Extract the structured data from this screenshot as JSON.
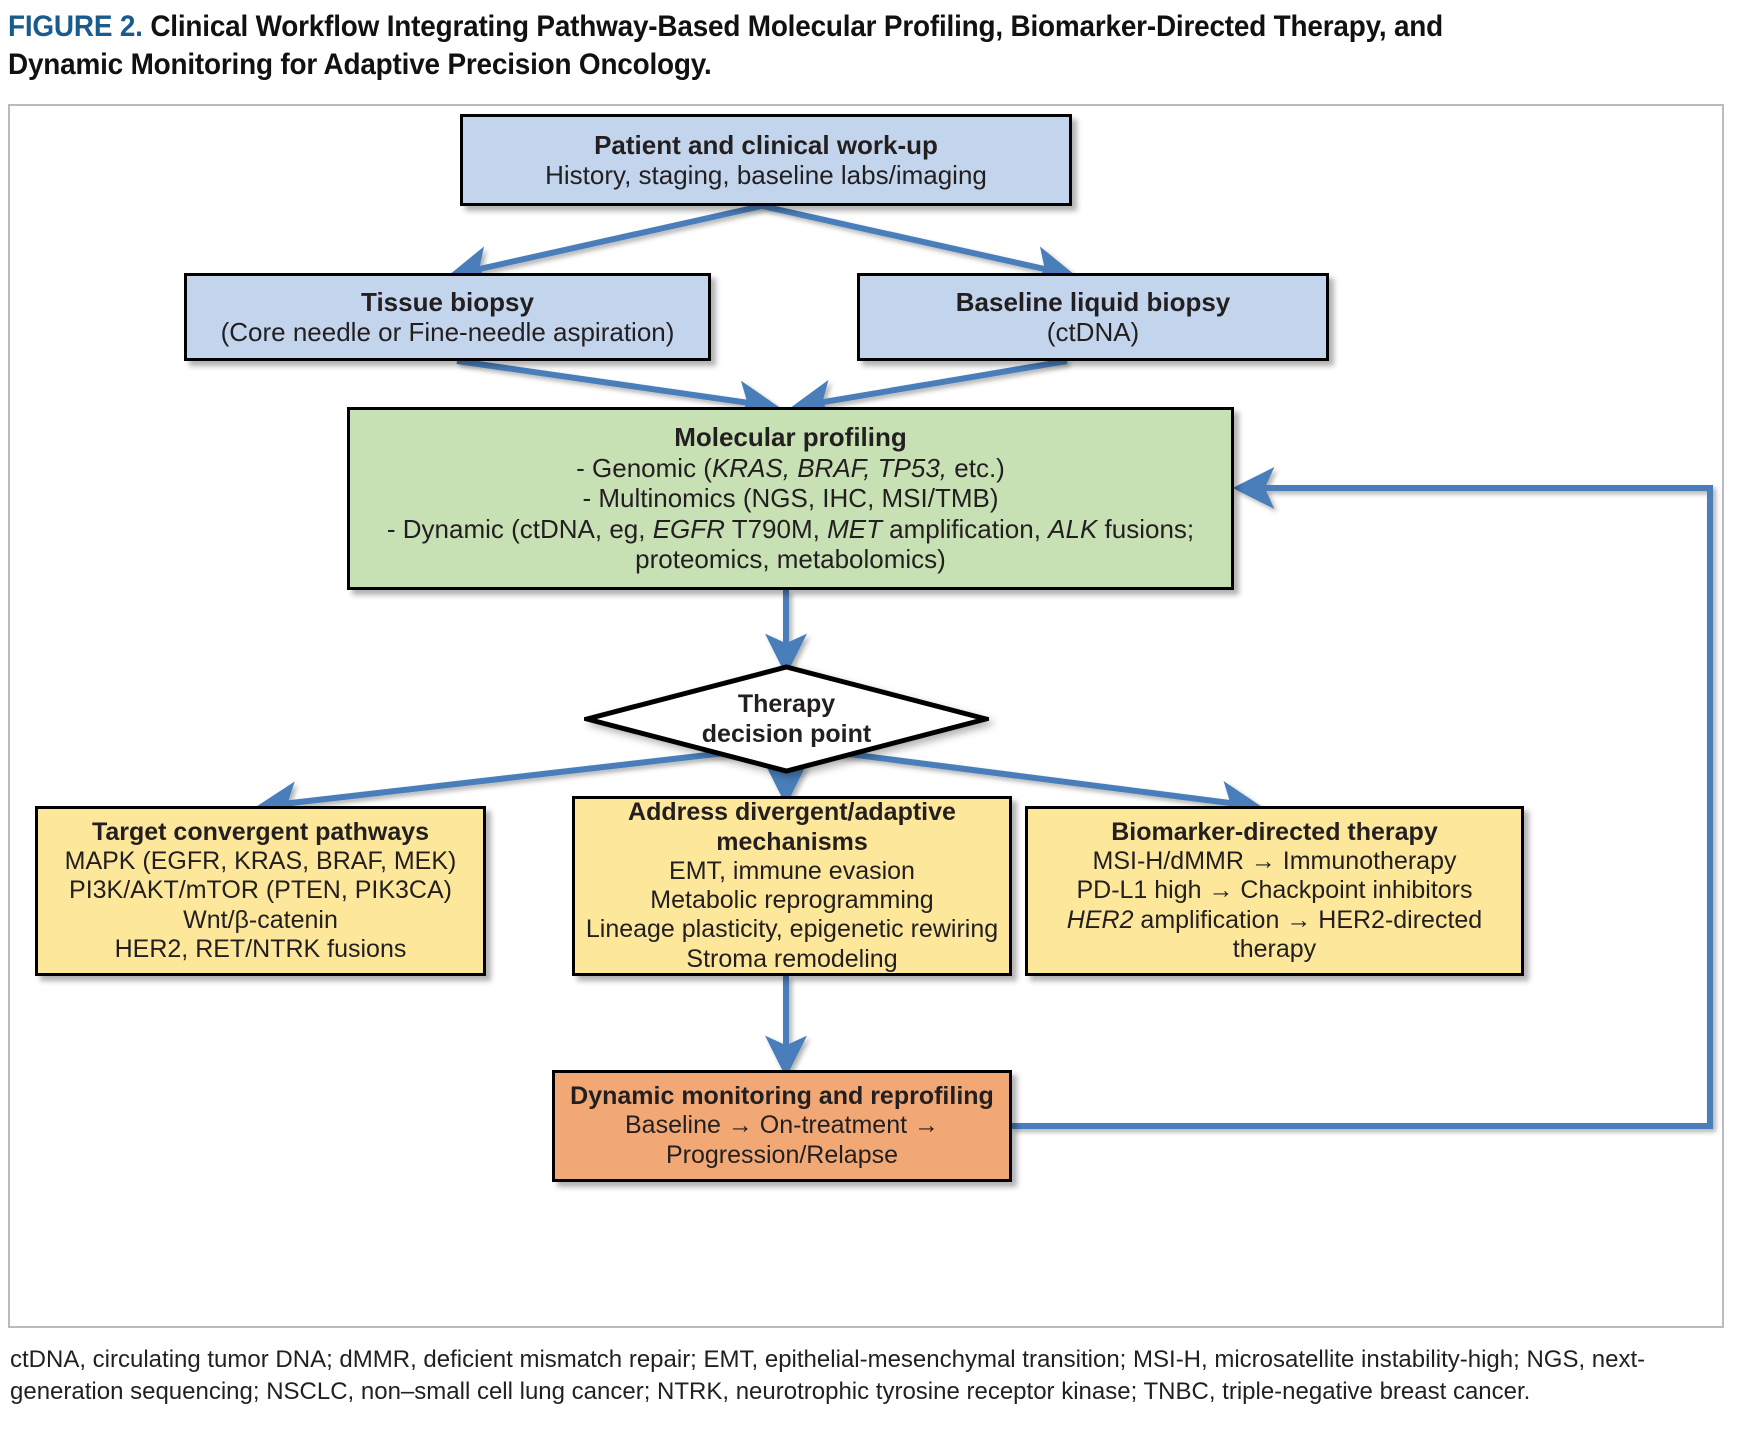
{
  "figure": {
    "label": "FIGURE 2.",
    "title": "Clinical Workflow Integrating Pathway-Based Molecular Profiling, Biomarker-Directed Therapy, and Dynamic Monitoring for Adaptive Precision Oncology."
  },
  "colors": {
    "figure_label": "#1a5b8e",
    "box_blue": "#c3d5ed",
    "box_green": "#c7e0b4",
    "box_yellow": "#fce79b",
    "box_orange": "#f2a875",
    "arrow_blue": "#4a7ebb",
    "border": "#000000",
    "frame": "#b9bcbe"
  },
  "nodes": {
    "patient_workup": {
      "heading": "Patient and clinical work-up",
      "lines": [
        "History, staging, baseline labs/imaging"
      ]
    },
    "tissue_biopsy": {
      "heading": "Tissue biopsy",
      "lines": [
        "(Core needle or Fine-needle aspiration)"
      ]
    },
    "liquid_biopsy": {
      "heading": "Baseline liquid biopsy",
      "lines": [
        "(ctDNA)"
      ]
    },
    "molecular_profiling": {
      "heading": "Molecular profiling",
      "lines_html": [
        "- Genomic (<i>KRAS, BRAF, TP53,</i> etc.)",
        "- Multinomics (NGS, IHC, MSI/TMB)",
        "- Dynamic (ctDNA, eg, <i>EGFR</i> T790M, <i>MET</i> amplification, <i>ALK</i> fusions;",
        "proteomics, metabolomics)"
      ]
    },
    "decision": {
      "label_line1": "Therapy",
      "label_line2": "decision point"
    },
    "convergent_pathways": {
      "heading": "Target convergent pathways",
      "lines": [
        "MAPK (EGFR, KRAS, BRAF, MEK)",
        "PI3K/AKT/mTOR (PTEN, PIK3CA)",
        "Wnt/β-catenin",
        "HER2, RET/NTRK fusions"
      ]
    },
    "divergent_mechanisms": {
      "heading_line1": "Address divergent/adaptive",
      "heading_line2": "mechanisms",
      "lines": [
        "EMT, immune evasion",
        "Metabolic reprogramming",
        "Lineage plasticity, epigenetic rewiring",
        "Stroma remodeling"
      ]
    },
    "biomarker_therapy": {
      "heading": "Biomarker-directed therapy",
      "lines_html": [
        "MSI-H/dMMR → Immunotherapy",
        "PD-L1 high → Chackpoint inhibitors",
        "<i>HER2</i> amplification → HER2-directed therapy"
      ]
    },
    "dynamic_monitoring": {
      "heading": "Dynamic monitoring and reprofiling",
      "lines": [
        "Baseline → On-treatment →",
        "Progression/Relapse"
      ]
    }
  },
  "footnote": {
    "text": "ctDNA, circulating tumor DNA; dMMR, deficient mismatch repair; EMT, epithelial-mesenchymal transition; MSI-H, microsatellite instability-high; NGS, next-generation sequencing; NSCLC, non–small cell lung cancer; NTRK, neurotrophic tyrosine receptor kinase; TNBC, triple-negative breast cancer."
  }
}
